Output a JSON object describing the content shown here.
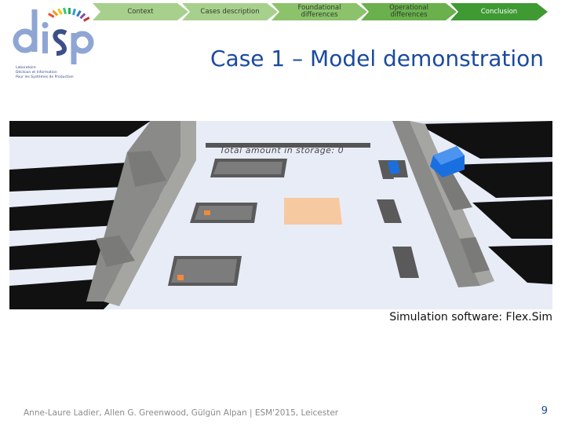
{
  "colors": {
    "title_blue": "#1a4a9e",
    "chevron_green_light": "#a8d08d",
    "chevron_green_mid": "#6ab04c",
    "chevron_green_dark": "#3f9a34",
    "floor": "#e8ecf6",
    "shelf_gray": "#8a8a88",
    "item_orange": "#f08a3c",
    "crate_blue": "#1a6fe0"
  },
  "logo": {
    "wordmark": "disp",
    "subtitle_lines": [
      "Laboratoire",
      "DécIsion et Information",
      "Pour les Systèmes de Production"
    ]
  },
  "nav": {
    "items": [
      {
        "label": "Context"
      },
      {
        "label": "Cases description"
      },
      {
        "label": "Foundational differences"
      },
      {
        "label": "Operational differences"
      },
      {
        "label": "Conclusion"
      }
    ]
  },
  "slide": {
    "title": "Case 1 – Model demonstration",
    "storage_label": "Total amount in storage: 0",
    "caption": "Simulation software: Flex.Sim",
    "footer": "Anne-Laure Ladier, Allen G. Greenwood, Gülgün Alpan | ESM'2015, Leicester",
    "page_number": "9"
  }
}
